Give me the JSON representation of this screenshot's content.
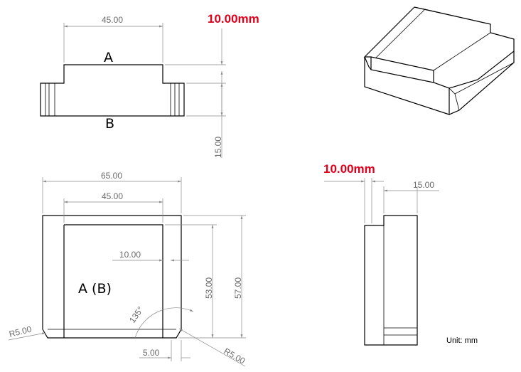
{
  "top_view": {
    "width_dim": "45.00",
    "height_dim": "10.00mm",
    "depth_dim": "15.00",
    "label_top": "A",
    "label_bottom": "B"
  },
  "front_view": {
    "outer_width": "65.00",
    "inner_width": "45.00",
    "offset_dim": "10.00",
    "inner_height": "53.00",
    "outer_height": "57.00",
    "angle": "135°",
    "radius_left": "R5.00",
    "radius_right": "R5.00",
    "bottom_dim": "5.00",
    "face_label": "A  (B)"
  },
  "side_view": {
    "thickness_dim": "10.00mm",
    "step_dim": "15.00"
  },
  "unit_note": "Unit: mm"
}
